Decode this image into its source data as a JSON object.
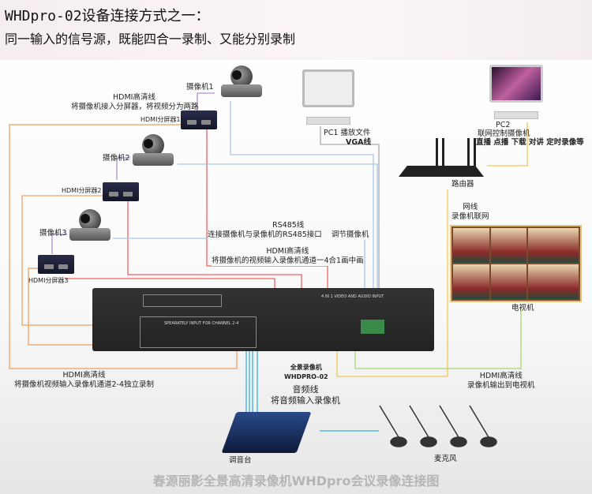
{
  "header": {
    "title": "WHDpro-02设备连接方式之一：",
    "subtitle": "同一输入的信号源，既能四合一录制、又能分别录制"
  },
  "cameras": [
    "摄像机1",
    "摄像机2",
    "摄像机3"
  ],
  "splitters": [
    "HDMI分屏器1",
    "HDMI分屏器2",
    "HDMI分屏器3"
  ],
  "notes": {
    "hdmi_split_title": "HDMI高清线",
    "hdmi_split_desc": "将摄像机接入分屏器，将视频分为两路",
    "rs485_title": "RS485线",
    "rs485_desc": "连接摄像机与录像机的RS485接口",
    "rs485_desc2": "调节摄像机",
    "hdmi_4in1_title": "HDMI高清线",
    "hdmi_4in1_desc": "将摄像机的视频输入录像机通道一4合1画中画",
    "hdmi_sep_title": "HDMI高清线",
    "hdmi_sep_desc": "将摄像机视频输入录像机通道2-4独立录制",
    "hdmi_tv_title": "HDMI高清线",
    "hdmi_tv_desc": "录像机输出到电视机",
    "audio_title": "音频线",
    "audio_desc": "将音频输入录像机",
    "net_title": "网线",
    "net_desc": "录像机联网"
  },
  "pc1": {
    "label": "PC1 播放文件",
    "cable": "VGA线"
  },
  "pc2": {
    "label": "PC2",
    "desc": "联网控制摄像机",
    "features": "直播 点播 下载 对讲 定时录像等"
  },
  "router": "路由器",
  "tv": "电视机",
  "recorder": {
    "name": "全景录像机",
    "model": "WHDPRO-02",
    "panel_label": "4 IN 1 VIDEO AND AUDIO INPUT",
    "sep_label": "SPEARATELY INPUT FOR CHANNEL 2-4"
  },
  "mixer": "调音台",
  "mics": "麦克风",
  "footer": "春源丽影全景高清录像机WHDpro会议录像连接图"
}
